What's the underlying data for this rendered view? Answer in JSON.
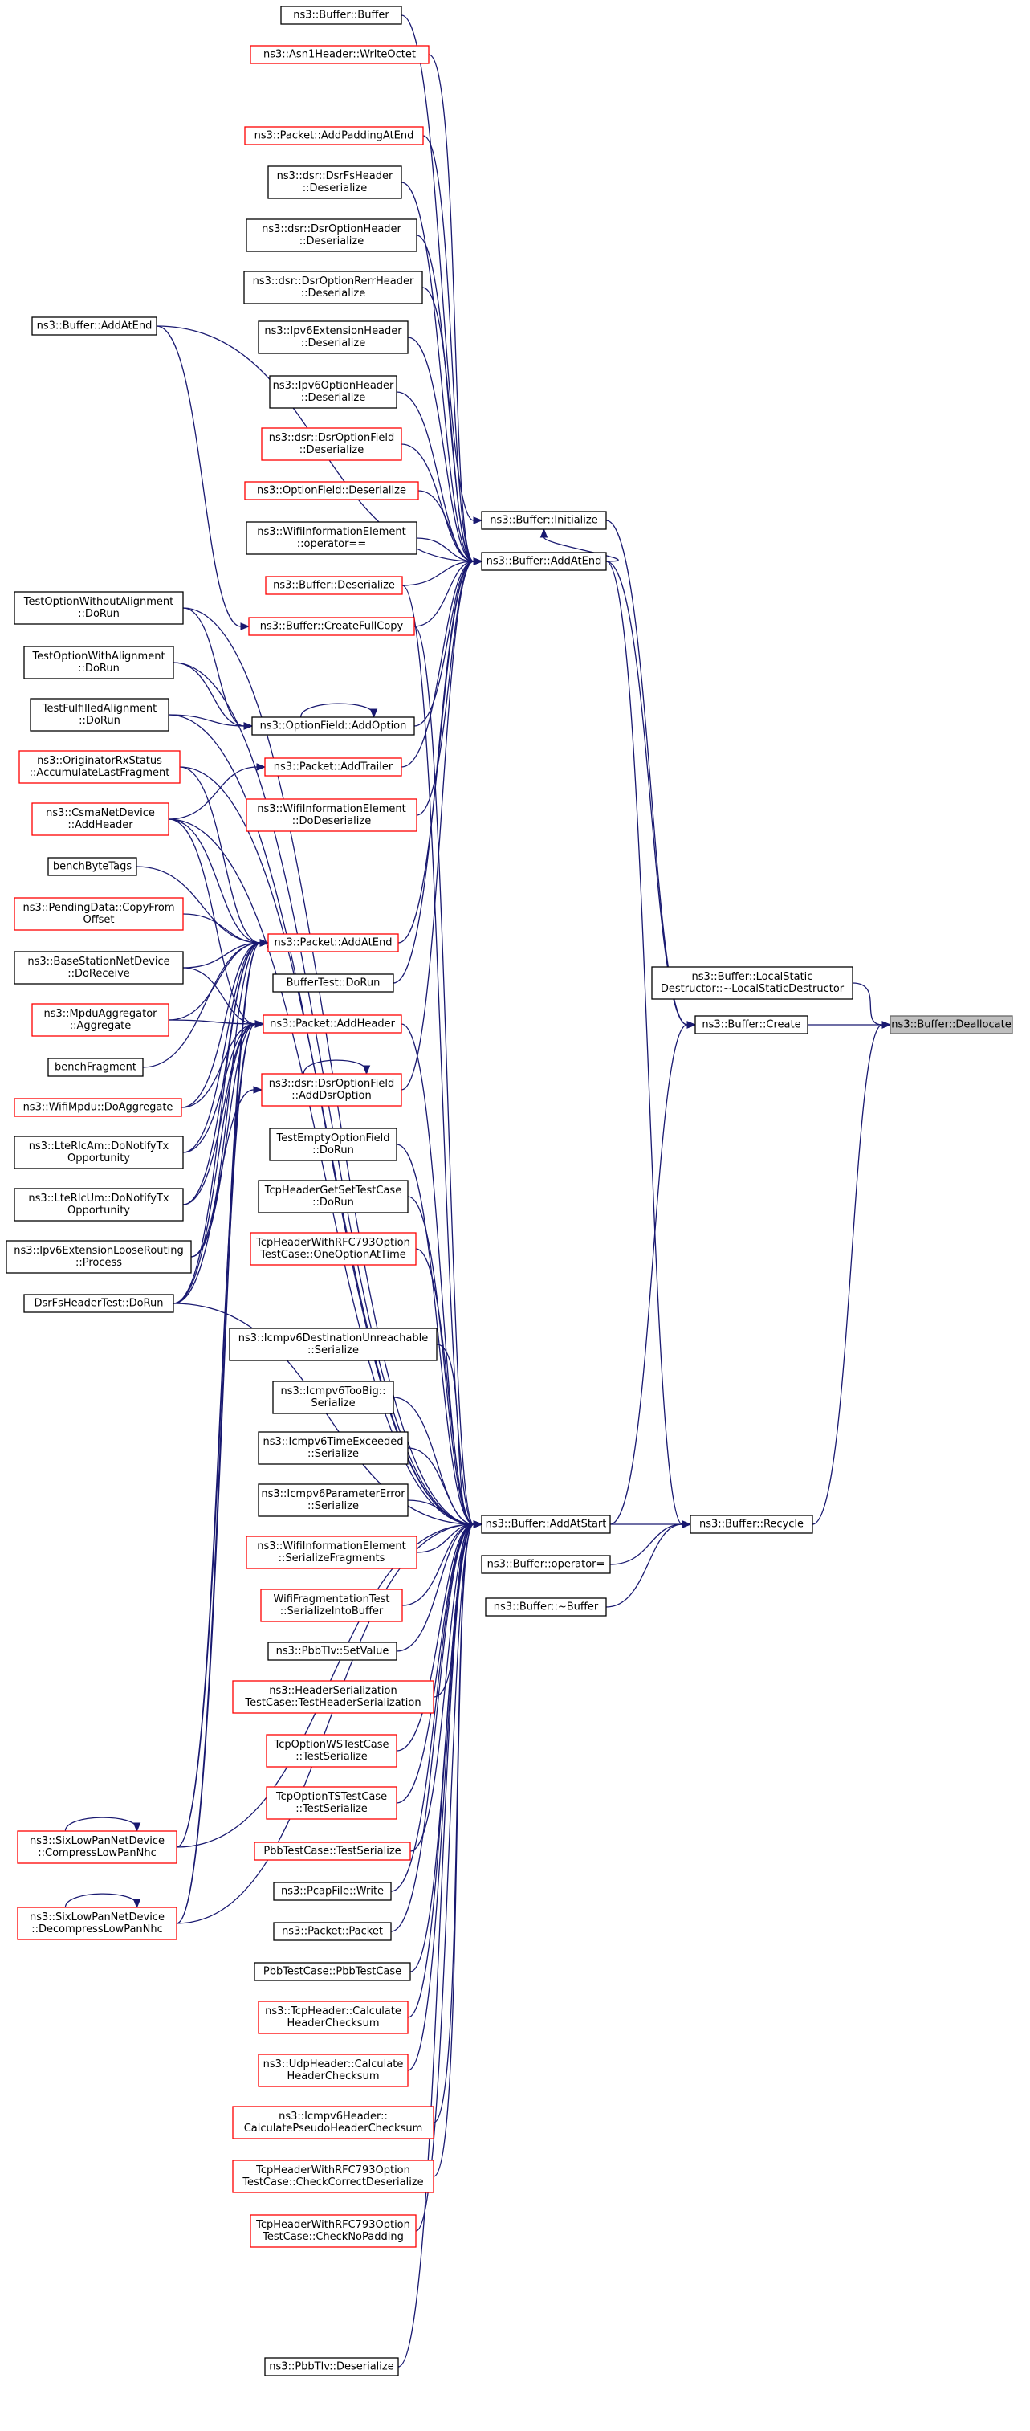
{
  "graph": {
    "title": "",
    "target": "selected",
    "nodes": [
      {
        "id": "deallocate",
        "lines": [
          "ns3::Buffer::Deallocate"
        ],
        "style": "selected"
      },
      {
        "id": "create",
        "lines": [
          "ns3::Buffer::Create"
        ],
        "style": "normal"
      },
      {
        "id": "recycle",
        "lines": [
          "ns3::Buffer::Recycle"
        ],
        "style": "normal"
      },
      {
        "id": "localstatic",
        "lines": [
          "ns3::Buffer::LocalStatic",
          "Destructor::~LocalStaticDestructor"
        ],
        "style": "normal"
      },
      {
        "id": "initialize",
        "lines": [
          "ns3::Buffer::Initialize"
        ],
        "style": "normal"
      },
      {
        "id": "addatend",
        "lines": [
          "ns3::Buffer::AddAtEnd"
        ],
        "style": "normal"
      },
      {
        "id": "addatstart",
        "lines": [
          "ns3::Buffer::AddAtStart"
        ],
        "style": "normal"
      },
      {
        "id": "operatoreq",
        "lines": [
          "ns3::Buffer::operator="
        ],
        "style": "normal"
      },
      {
        "id": "dtor",
        "lines": [
          "ns3::Buffer::~Buffer"
        ],
        "style": "normal"
      },
      {
        "id": "buffer",
        "lines": [
          "ns3::Buffer::Buffer"
        ],
        "style": "normal"
      },
      {
        "id": "asn1",
        "lines": [
          "ns3::Asn1Header::WriteOctet"
        ],
        "style": "red"
      },
      {
        "id": "pktpadding",
        "lines": [
          "ns3::Packet::AddPaddingAtEnd"
        ],
        "style": "red"
      },
      {
        "id": "dsrfs",
        "lines": [
          "ns3::dsr::DsrFsHeader",
          "::Deserialize"
        ],
        "style": "normal"
      },
      {
        "id": "dsropt",
        "lines": [
          "ns3::dsr::DsrOptionHeader",
          "::Deserialize"
        ],
        "style": "normal"
      },
      {
        "id": "dsrrerr",
        "lines": [
          "ns3::dsr::DsrOptionRerrHeader",
          "::Deserialize"
        ],
        "style": "normal"
      },
      {
        "id": "ipv6ext",
        "lines": [
          "ns3::Ipv6ExtensionHeader",
          "::Deserialize"
        ],
        "style": "normal"
      },
      {
        "id": "ipv6opt",
        "lines": [
          "ns3::Ipv6OptionHeader",
          "::Deserialize"
        ],
        "style": "normal"
      },
      {
        "id": "dsrfield",
        "lines": [
          "ns3::dsr::DsrOptionField",
          "::Deserialize"
        ],
        "style": "red"
      },
      {
        "id": "optfield",
        "lines": [
          "ns3::OptionField::Deserialize"
        ],
        "style": "red"
      },
      {
        "id": "wifiinfo",
        "lines": [
          "ns3::WifiInformationElement",
          "::operator=="
        ],
        "style": "normal"
      },
      {
        "id": "bufdeser",
        "lines": [
          "ns3::Buffer::Deserialize"
        ],
        "style": "red"
      },
      {
        "id": "fullcopy",
        "lines": [
          "ns3::Buffer::CreateFullCopy"
        ],
        "style": "red"
      },
      {
        "id": "addoption",
        "lines": [
          "ns3::OptionField::AddOption"
        ],
        "style": "normal"
      },
      {
        "id": "addtrailer",
        "lines": [
          "ns3::Packet::AddTrailer"
        ],
        "style": "red"
      },
      {
        "id": "wifidodeser",
        "lines": [
          "ns3::WifiInformationElement",
          "::DoDeserialize"
        ],
        "style": "red"
      },
      {
        "id": "pktaddatend",
        "lines": [
          "ns3::Packet::AddAtEnd"
        ],
        "style": "red"
      },
      {
        "id": "buftestrun",
        "lines": [
          "BufferTest::DoRun"
        ],
        "style": "normal"
      },
      {
        "id": "pktaddheader",
        "lines": [
          "ns3::Packet::AddHeader"
        ],
        "style": "red"
      },
      {
        "id": "adddsropt",
        "lines": [
          "ns3::dsr::DsrOptionField",
          "::AddDsrOption"
        ],
        "style": "red"
      },
      {
        "id": "testempty",
        "lines": [
          "TestEmptyOptionField",
          "::DoRun"
        ],
        "style": "normal"
      },
      {
        "id": "tcpgetset",
        "lines": [
          "TcpHeaderGetSetTestCase",
          "::DoRun"
        ],
        "style": "normal"
      },
      {
        "id": "tcprfc1",
        "lines": [
          "TcpHeaderWithRFC793Option",
          "TestCase::OneOptionAtTime"
        ],
        "style": "red"
      },
      {
        "id": "icmpdest",
        "lines": [
          "ns3::Icmpv6DestinationUnreachable",
          "::Serialize"
        ],
        "style": "normal"
      },
      {
        "id": "icmpbig",
        "lines": [
          "ns3::Icmpv6TooBig::",
          "Serialize"
        ],
        "style": "normal"
      },
      {
        "id": "icmptime",
        "lines": [
          "ns3::Icmpv6TimeExceeded",
          "::Serialize"
        ],
        "style": "normal"
      },
      {
        "id": "icmpparam",
        "lines": [
          "ns3::Icmpv6ParameterError",
          "::Serialize"
        ],
        "style": "normal"
      },
      {
        "id": "wififrag",
        "lines": [
          "ns3::WifiInformationElement",
          "::SerializeFragments"
        ],
        "style": "red"
      },
      {
        "id": "wififragtest",
        "lines": [
          "WifiFragmentationTest",
          "::SerializeIntoBuffer"
        ],
        "style": "red"
      },
      {
        "id": "pbbsetvalue",
        "lines": [
          "ns3::PbbTlv::SetValue"
        ],
        "style": "normal"
      },
      {
        "id": "hdrsertest",
        "lines": [
          "ns3::HeaderSerialization",
          "TestCase::TestHeaderSerialization"
        ],
        "style": "red"
      },
      {
        "id": "tcpws",
        "lines": [
          "TcpOptionWSTestCase",
          "::TestSerialize"
        ],
        "style": "red"
      },
      {
        "id": "tcpts",
        "lines": [
          "TcpOptionTSTestCase",
          "::TestSerialize"
        ],
        "style": "red"
      },
      {
        "id": "pbbtestser",
        "lines": [
          "PbbTestCase::TestSerialize"
        ],
        "style": "red"
      },
      {
        "id": "pcapwrite",
        "lines": [
          "ns3::PcapFile::Write"
        ],
        "style": "normal"
      },
      {
        "id": "pktpacket",
        "lines": [
          "ns3::Packet::Packet"
        ],
        "style": "normal"
      },
      {
        "id": "pbbtestcase",
        "lines": [
          "PbbTestCase::PbbTestCase"
        ],
        "style": "normal"
      },
      {
        "id": "tcpcsum",
        "lines": [
          "ns3::TcpHeader::Calculate",
          "HeaderChecksum"
        ],
        "style": "red"
      },
      {
        "id": "udpcsum",
        "lines": [
          "ns3::UdpHeader::Calculate",
          "HeaderChecksum"
        ],
        "style": "red"
      },
      {
        "id": "icmppseudo",
        "lines": [
          "ns3::Icmpv6Header::",
          "CalculatePseudoHeaderChecksum"
        ],
        "style": "red"
      },
      {
        "id": "tcprfc2",
        "lines": [
          "TcpHeaderWithRFC793Option",
          "TestCase::CheckCorrectDeserialize"
        ],
        "style": "red"
      },
      {
        "id": "tcprfc3",
        "lines": [
          "TcpHeaderWithRFC793Option",
          "TestCase::CheckNoPadding"
        ],
        "style": "red"
      },
      {
        "id": "pbbdeser",
        "lines": [
          "ns3::PbbTlv::Deserialize"
        ],
        "style": "normal"
      },
      {
        "id": "addatend2",
        "lines": [
          "ns3::Buffer::AddAtEnd"
        ],
        "style": "normal"
      },
      {
        "id": "towoalign",
        "lines": [
          "TestOptionWithoutAlignment",
          "::DoRun"
        ],
        "style": "normal"
      },
      {
        "id": "towalign",
        "lines": [
          "TestOptionWithAlignment",
          "::DoRun"
        ],
        "style": "normal"
      },
      {
        "id": "tfulfilled",
        "lines": [
          "TestFulfilledAlignment",
          "::DoRun"
        ],
        "style": "normal"
      },
      {
        "id": "originator",
        "lines": [
          "ns3::OriginatorRxStatus",
          "::AccumulateLastFragment"
        ],
        "style": "red"
      },
      {
        "id": "csma",
        "lines": [
          "ns3::CsmaNetDevice",
          "::AddHeader"
        ],
        "style": "red"
      },
      {
        "id": "benchbyte",
        "lines": [
          "benchByteTags"
        ],
        "style": "normal"
      },
      {
        "id": "pendingdata",
        "lines": [
          "ns3::PendingData::CopyFrom",
          "Offset"
        ],
        "style": "red"
      },
      {
        "id": "basestation",
        "lines": [
          "ns3::BaseStationNetDevice",
          "::DoReceive"
        ],
        "style": "normal"
      },
      {
        "id": "mpdu",
        "lines": [
          "ns3::MpduAggregator",
          "::Aggregate"
        ],
        "style": "red"
      },
      {
        "id": "benchfrag",
        "lines": [
          "benchFragment"
        ],
        "style": "normal"
      },
      {
        "id": "wifimpdu",
        "lines": [
          "ns3::WifiMpdu::DoAggregate"
        ],
        "style": "red"
      },
      {
        "id": "lterlcam",
        "lines": [
          "ns3::LteRlcAm::DoNotifyTx",
          "Opportunity"
        ],
        "style": "normal"
      },
      {
        "id": "lterlcum",
        "lines": [
          "ns3::LteRlcUm::DoNotifyTx",
          "Opportunity"
        ],
        "style": "normal"
      },
      {
        "id": "ipv6loose",
        "lines": [
          "ns3::Ipv6ExtensionLooseRouting",
          "::Process"
        ],
        "style": "normal"
      },
      {
        "id": "dsrfstest",
        "lines": [
          "DsrFsHeaderTest::DoRun"
        ],
        "style": "normal"
      },
      {
        "id": "sixcompress",
        "lines": [
          "ns3::SixLowPanNetDevice",
          "::CompressLowPanNhc"
        ],
        "style": "red"
      },
      {
        "id": "sixdecompress",
        "lines": [
          "ns3::SixLowPanNetDevice",
          "::DecompressLowPanNhc"
        ],
        "style": "red"
      }
    ],
    "edges": [
      [
        "create",
        "deallocate"
      ],
      [
        "recycle",
        "deallocate"
      ],
      [
        "localstatic",
        "deallocate"
      ],
      [
        "initialize",
        "create"
      ],
      [
        "addatend",
        "create"
      ],
      [
        "addatstart",
        "create"
      ],
      [
        "addatend",
        "recycle"
      ],
      [
        "addatstart",
        "recycle"
      ],
      [
        "operatoreq",
        "recycle"
      ],
      [
        "dtor",
        "recycle"
      ],
      [
        "buffer",
        "initialize"
      ],
      [
        "addatend",
        "initialize"
      ],
      [
        "asn1",
        "addatend"
      ],
      [
        "pktpadding",
        "addatend"
      ],
      [
        "dsrfs",
        "addatend"
      ],
      [
        "dsropt",
        "addatend"
      ],
      [
        "dsrrerr",
        "addatend"
      ],
      [
        "ipv6ext",
        "addatend"
      ],
      [
        "ipv6opt",
        "addatend"
      ],
      [
        "dsrfield",
        "addatend"
      ],
      [
        "optfield",
        "addatend"
      ],
      [
        "wifiinfo",
        "addatend"
      ],
      [
        "bufdeser",
        "addatend"
      ],
      [
        "fullcopy",
        "addatend"
      ],
      [
        "addoption",
        "addatend"
      ],
      [
        "addtrailer",
        "addatend"
      ],
      [
        "wifidodeser",
        "addatend"
      ],
      [
        "pktaddatend",
        "addatend"
      ],
      [
        "buftestrun",
        "addatend"
      ],
      [
        "adddsropt",
        "addatend"
      ],
      [
        "addatend2",
        "addatend"
      ],
      [
        "icmpdest",
        "addatstart"
      ],
      [
        "icmpbig",
        "addatstart"
      ],
      [
        "icmptime",
        "addatstart"
      ],
      [
        "icmpparam",
        "addatstart"
      ],
      [
        "wififrag",
        "addatstart"
      ],
      [
        "wififragtest",
        "addatstart"
      ],
      [
        "pbbsetvalue",
        "addatstart"
      ],
      [
        "hdrsertest",
        "addatstart"
      ],
      [
        "tcpws",
        "addatstart"
      ],
      [
        "tcpts",
        "addatstart"
      ],
      [
        "pbbtestser",
        "addatstart"
      ],
      [
        "pcapwrite",
        "addatstart"
      ],
      [
        "pktpacket",
        "addatstart"
      ],
      [
        "pbbtestcase",
        "addatstart"
      ],
      [
        "tcpcsum",
        "addatstart"
      ],
      [
        "udpcsum",
        "addatstart"
      ],
      [
        "icmppseudo",
        "addatstart"
      ],
      [
        "tcprfc2",
        "addatstart"
      ],
      [
        "tcprfc3",
        "addatstart"
      ],
      [
        "pbbdeser",
        "addatstart"
      ],
      [
        "testempty",
        "addatstart"
      ],
      [
        "tcpgetset",
        "addatstart"
      ],
      [
        "tcprfc1",
        "addatstart"
      ],
      [
        "pktaddheader",
        "addatstart"
      ],
      [
        "bufdeser",
        "addatstart"
      ],
      [
        "fullcopy",
        "addatstart"
      ],
      [
        "dsrfstest",
        "addatstart"
      ],
      [
        "sixcompress",
        "addatstart"
      ],
      [
        "sixdecompress",
        "addatstart"
      ],
      [
        "towoalign",
        "addatstart"
      ],
      [
        "towalign",
        "addatstart"
      ],
      [
        "tfulfilled",
        "addatstart"
      ],
      [
        "originator",
        "addatstart"
      ],
      [
        "csma",
        "addatstart"
      ],
      [
        "towoalign",
        "addoption"
      ],
      [
        "towalign",
        "addoption"
      ],
      [
        "tfulfilled",
        "addoption"
      ],
      [
        "addoption",
        "addoption"
      ],
      [
        "addatend2",
        "fullcopy"
      ],
      [
        "csma",
        "addtrailer"
      ],
      [
        "adddsropt",
        "adddsropt"
      ],
      [
        "originator",
        "pktaddatend"
      ],
      [
        "csma",
        "pktaddatend"
      ],
      [
        "benchbyte",
        "pktaddatend"
      ],
      [
        "pendingdata",
        "pktaddatend"
      ],
      [
        "basestation",
        "pktaddatend"
      ],
      [
        "mpdu",
        "pktaddatend"
      ],
      [
        "benchfrag",
        "pktaddatend"
      ],
      [
        "wifimpdu",
        "pktaddatend"
      ],
      [
        "lterlcam",
        "pktaddatend"
      ],
      [
        "lterlcum",
        "pktaddatend"
      ],
      [
        "ipv6loose",
        "pktaddatend"
      ],
      [
        "dsrfstest",
        "pktaddatend"
      ],
      [
        "sixcompress",
        "pktaddatend"
      ],
      [
        "sixdecompress",
        "pktaddatend"
      ],
      [
        "csma",
        "pktaddheader"
      ],
      [
        "basestation",
        "pktaddheader"
      ],
      [
        "mpdu",
        "pktaddheader"
      ],
      [
        "wifimpdu",
        "pktaddheader"
      ],
      [
        "lterlcam",
        "pktaddheader"
      ],
      [
        "lterlcum",
        "pktaddheader"
      ],
      [
        "ipv6loose",
        "pktaddheader"
      ],
      [
        "dsrfstest",
        "pktaddheader"
      ],
      [
        "sixcompress",
        "pktaddheader"
      ],
      [
        "sixdecompress",
        "pktaddheader"
      ],
      [
        "dsrfstest",
        "adddsropt"
      ],
      [
        "sixcompress",
        "sixcompress"
      ],
      [
        "sixdecompress",
        "sixdecompress"
      ]
    ]
  }
}
